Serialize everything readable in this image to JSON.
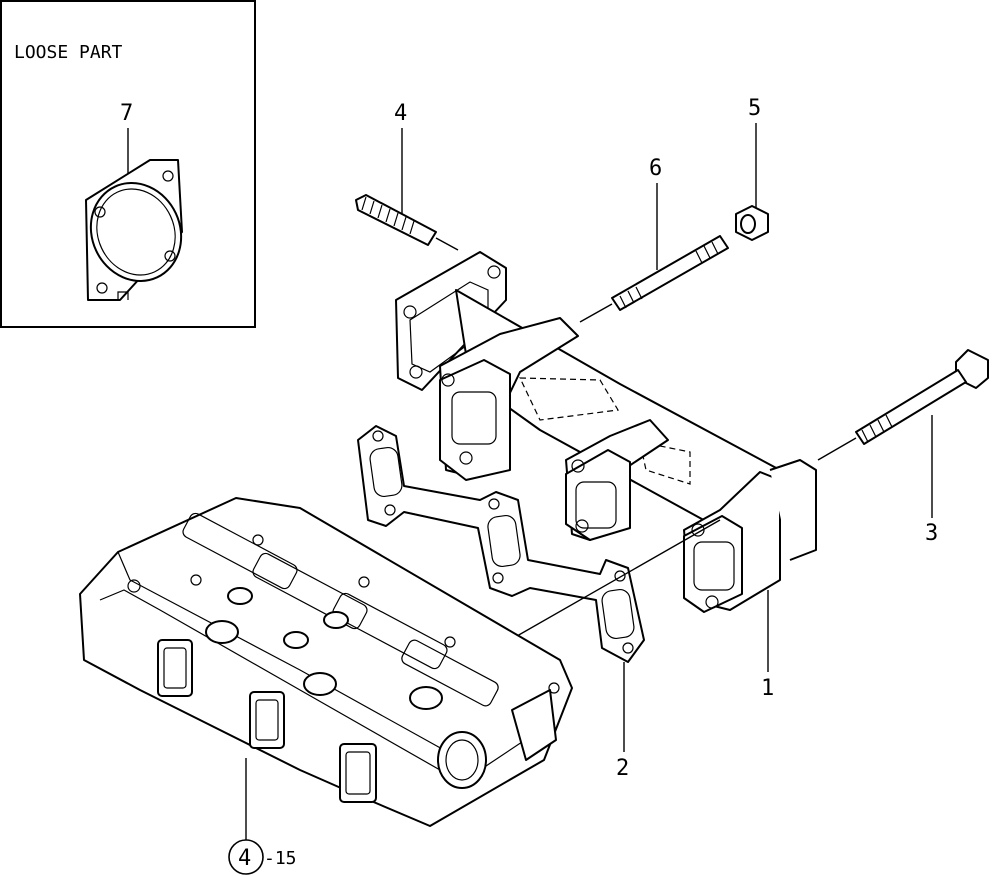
{
  "loose_part_box": {
    "title": "LOOSE PART"
  },
  "callouts": {
    "c1": "1",
    "c2": "2",
    "c3": "3",
    "c4": "4",
    "c5": "5",
    "c6": "6",
    "c7": "7"
  },
  "ref": {
    "number": "4",
    "suffix": "-15"
  }
}
